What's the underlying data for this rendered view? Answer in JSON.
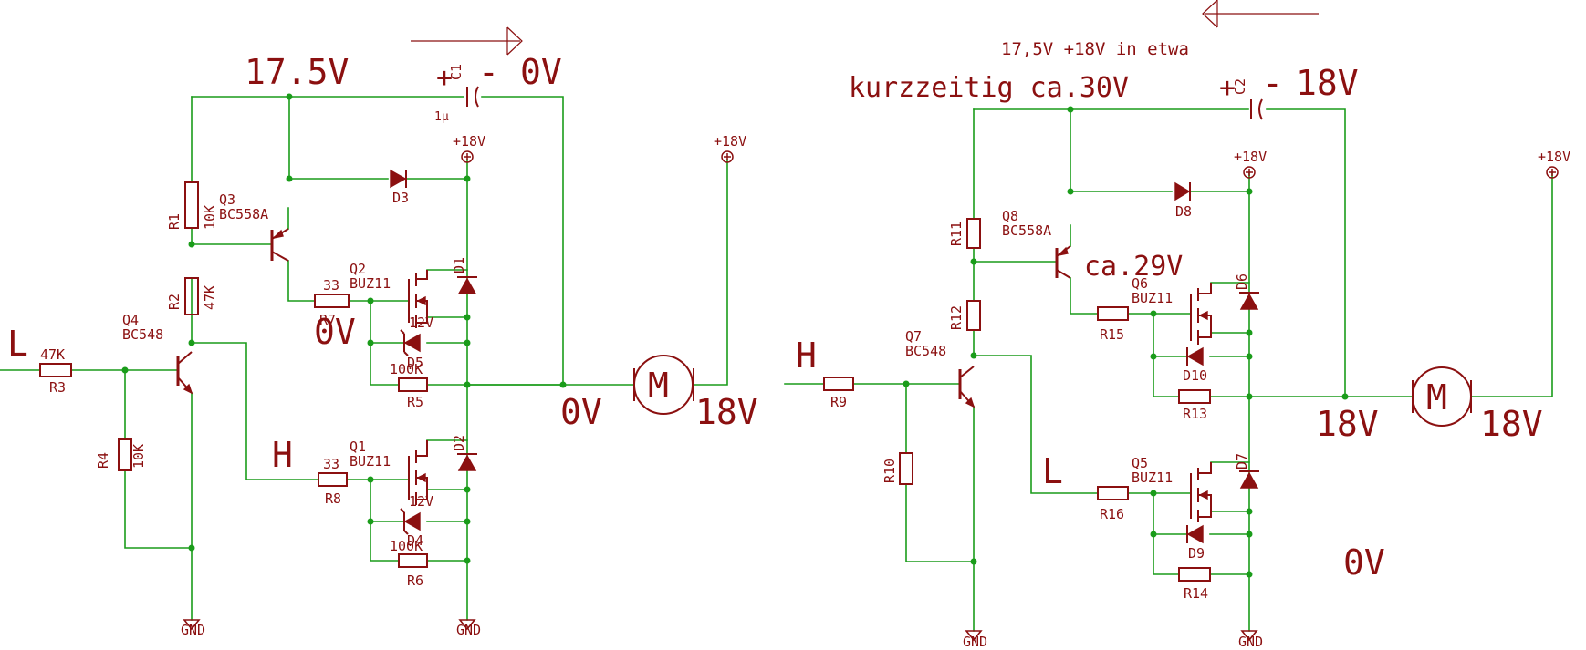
{
  "left": {
    "big_top": "17.5V",
    "big_cap": "0V",
    "cap_plus": "+",
    "cap_minus": "-",
    "c1": {
      "name": "C1",
      "value": "1µ"
    },
    "supply_d3": "+18V",
    "supply_motor": "+18V",
    "gnd_left": "GND",
    "gnd_right": "GND",
    "motor": "M",
    "v_bottom_left": "0V",
    "v_bottom_right": "18V",
    "v_mid": "0V",
    "in_L": "L",
    "in_H": "H",
    "r1": {
      "name": "R1",
      "value": "10K"
    },
    "r2": {
      "name": "R2",
      "value": "47K"
    },
    "r3": {
      "name": "R3",
      "value": "47K"
    },
    "r4": {
      "name": "R4",
      "value": "10K"
    },
    "r5": {
      "name": "R5",
      "value": "100K"
    },
    "r6": {
      "name": "R6",
      "value": "100K"
    },
    "r7": {
      "name": "R7",
      "value": "33"
    },
    "r8": {
      "name": "R8",
      "value": "33"
    },
    "q1": {
      "name": "Q1",
      "type": "BUZ11"
    },
    "q2": {
      "name": "Q2",
      "type": "BUZ11"
    },
    "q3": {
      "name": "Q3",
      "type": "BC558A"
    },
    "q4": {
      "name": "Q4",
      "type": "BC548"
    },
    "d1": "D1",
    "d2": "D2",
    "d3": "D3",
    "d4": {
      "name": "D4",
      "value": "12V"
    },
    "d5": {
      "name": "D5",
      "value": "12V"
    }
  },
  "right": {
    "arrow_note": "17,5V +18V in etwa",
    "big_short": "kurzzeitig ca.30V",
    "big_cap": "18V",
    "cap_plus": "+",
    "cap_minus": "-",
    "c2": "C2",
    "supply_d8": "+18V",
    "supply_motor": "+18V",
    "gnd_left": "GND",
    "gnd_right": "GND",
    "motor": "M",
    "v_bottom_left": "18V",
    "v_bottom_right": "18V",
    "v_bottom": "0V",
    "ca29": "ca.29V",
    "in_H": "H",
    "in_L": "L",
    "r9": "R9",
    "r10": "R10",
    "r11": "R11",
    "r12": "R12",
    "r13": "R13",
    "r14": "R14",
    "r15": "R15",
    "r16": "R16",
    "q5": {
      "name": "Q5",
      "type": "BUZ11"
    },
    "q6": {
      "name": "Q6",
      "type": "BUZ11"
    },
    "q7": {
      "name": "Q7",
      "type": "BC548"
    },
    "q8": {
      "name": "Q8",
      "type": "BC558A"
    },
    "d6": "D6",
    "d7": "D7",
    "d8": "D8",
    "d9": "D9",
    "d10": "D10"
  },
  "colors": {
    "wire": "#1a9c1a",
    "symbol": "#8b1010",
    "background": "#ffffff"
  }
}
